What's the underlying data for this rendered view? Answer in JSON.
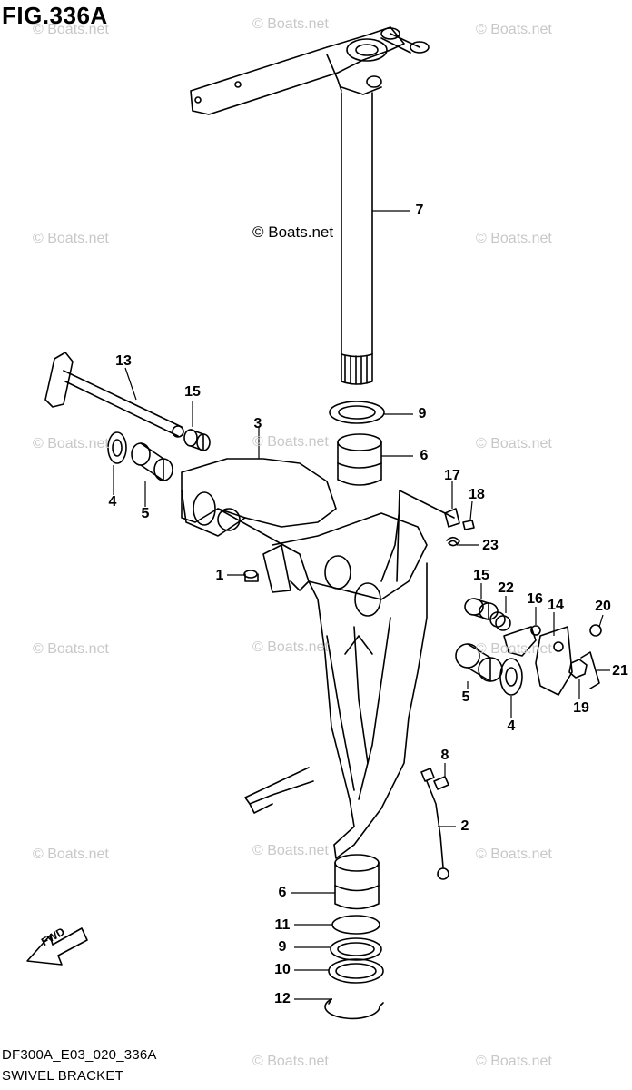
{
  "figure_title": "FIG.336A",
  "footer": {
    "model_code": "DF300A_E03_020_336A",
    "part_name": "SWIVEL BRACKET"
  },
  "watermark_text": "© Boats.net",
  "center_credit": "© Boats.net",
  "fwd_label": "FWD",
  "callouts": [
    "7",
    "13",
    "15",
    "3",
    "9",
    "6",
    "17",
    "18",
    "23",
    "4",
    "5",
    "1",
    "15",
    "22",
    "16",
    "14",
    "20",
    "21",
    "5",
    "4",
    "19",
    "8",
    "2",
    "6",
    "11",
    "9",
    "10",
    "12"
  ]
}
